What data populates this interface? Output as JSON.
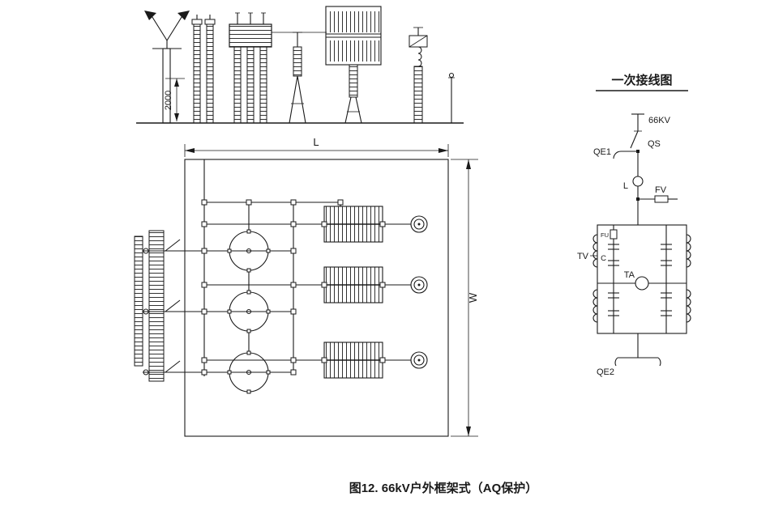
{
  "colors": {
    "line": "#1a1a1a",
    "background": "#ffffff"
  },
  "caption": "图12. 66kV户外框架式（AQ保护）",
  "elevation_view": {
    "dim_height": "2000"
  },
  "plan_view": {
    "dim_length": "L",
    "dim_width": "W"
  },
  "wiring_diagram": {
    "title": "一次接线图",
    "labels": {
      "voltage": "66KV",
      "qs": "QS",
      "qe1": "QE1",
      "inductor": "L",
      "fv": "FV",
      "tv": "TV",
      "fu": "FU",
      "c": "C",
      "ta": "TA",
      "qe2": "QE2"
    }
  }
}
